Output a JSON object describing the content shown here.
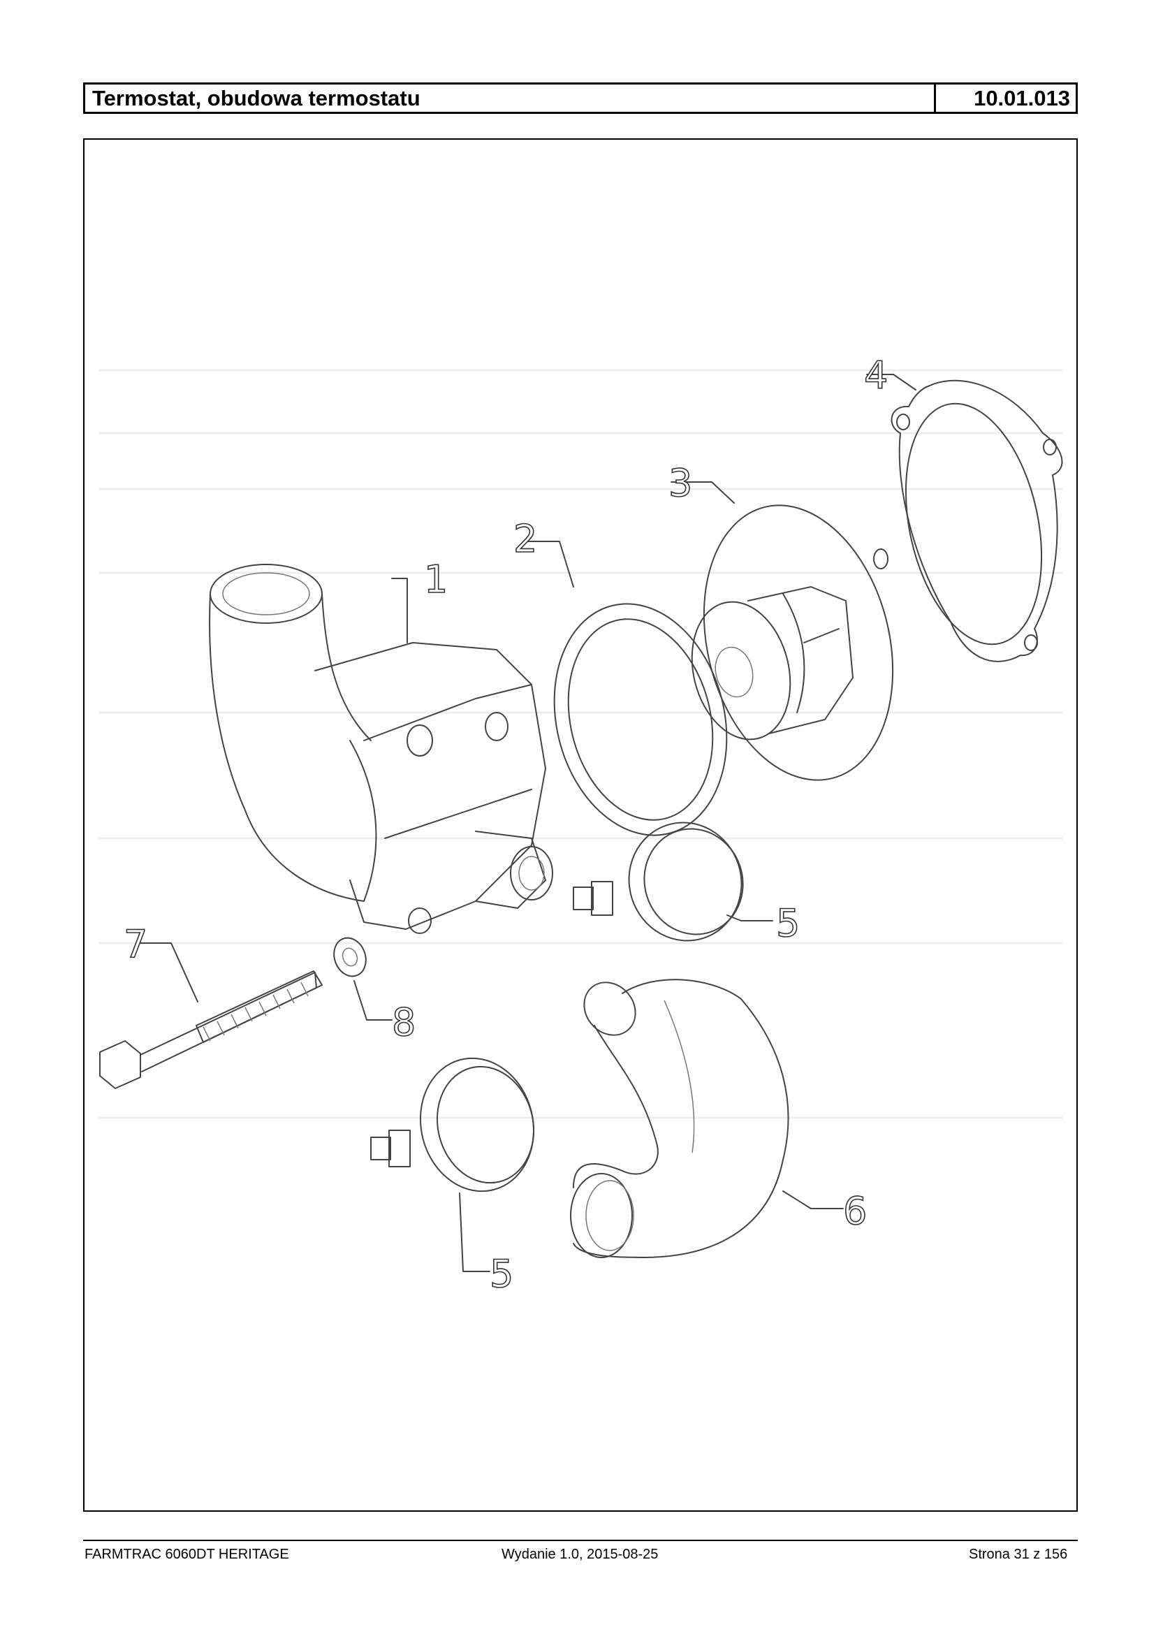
{
  "header": {
    "title": "Termostat, obudowa termostatu",
    "code": "10.01.013"
  },
  "diagram": {
    "callouts": [
      "1",
      "2",
      "3",
      "4",
      "5",
      "6",
      "7",
      "8",
      "5"
    ]
  },
  "footer": {
    "model": "FARMTRAC 6060DT HERITAGE",
    "edition": "Wydanie 1.0,  2015-08-25",
    "page": "Strona 31 z 156"
  }
}
